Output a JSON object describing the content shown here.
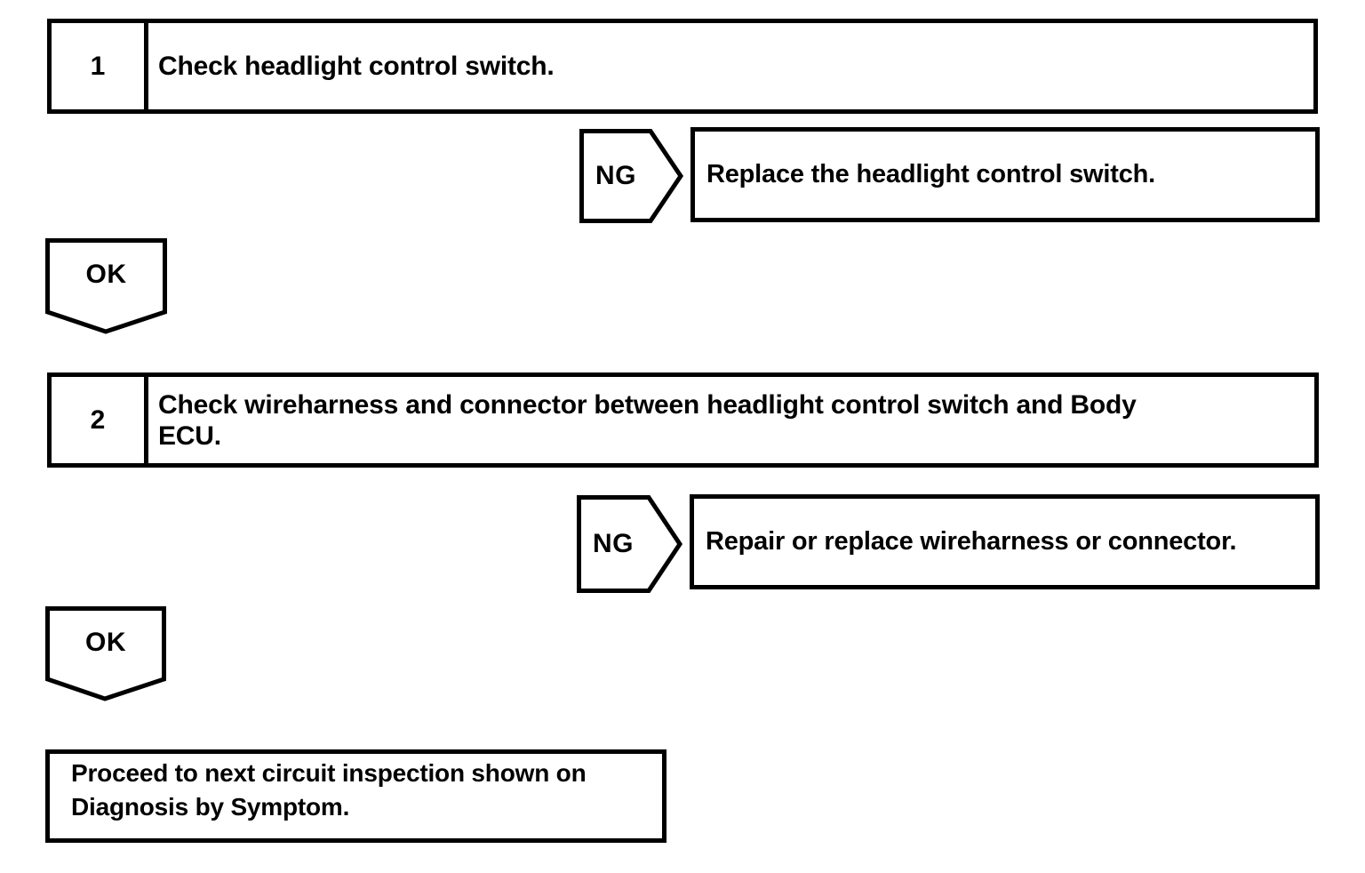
{
  "flowchart": {
    "colors": {
      "ink": "#000000",
      "paper": "#ffffff"
    },
    "steps": [
      {
        "number": "1",
        "instruction_lines": [
          "Check headlight control switch."
        ],
        "ng_label": "NG",
        "ng_action": "Replace the headlight control switch.",
        "ok_label": "OK"
      },
      {
        "number": "2",
        "instruction_lines": [
          "Check wireharness and connector between headlight control switch and Body",
          "ECU."
        ],
        "ng_label": "NG",
        "ng_action": "Repair or replace wireharness or connector.",
        "ok_label": "OK"
      }
    ],
    "conclusion_lines": [
      "Proceed to next circuit inspection shown on",
      "Diagnosis by Symptom."
    ]
  }
}
